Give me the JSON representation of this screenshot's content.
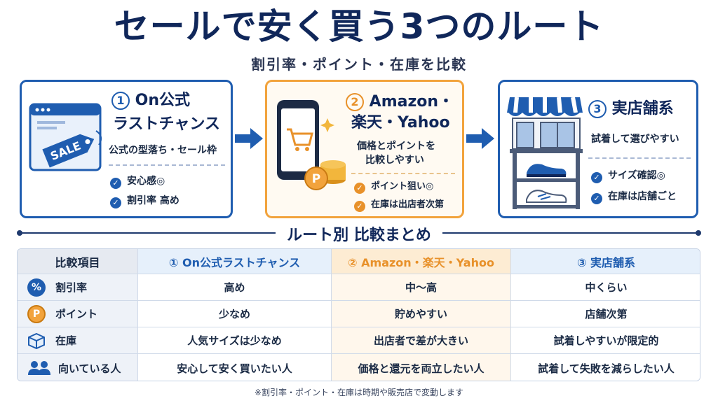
{
  "title": "セールで安く買う3つのルート",
  "subtitle": "割引率・ポイント・在庫を比較",
  "routes": [
    {
      "number": "1",
      "title_line1": "On公式",
      "title_line2": "ラストチャンス",
      "desc": "公式の型落ち・セール枠",
      "points": [
        "安心感◎",
        "割引率 高め"
      ],
      "illustration_text": "SALE"
    },
    {
      "number": "2",
      "title_line1": "Amazon・",
      "title_line2": "楽天・Yahoo",
      "desc_line1": "価格とポイントを",
      "desc_line2": "比較しやすい",
      "points": [
        "ポイント狙い◎",
        "在庫は出店者次第"
      ],
      "illustration_text": "P"
    },
    {
      "number": "3",
      "title_line1": "実店舗系",
      "desc": "試着して選びやすい",
      "points": [
        "サイズ確認◎",
        "在庫は店舗ごと"
      ]
    }
  ],
  "comparison": {
    "section_title": "ルート別 比較まとめ",
    "headers": [
      "比較項目",
      "① On公式ラストチャンス",
      "② Amazon・楽天・Yahoo",
      "③ 実店舗系"
    ],
    "rows": [
      {
        "icon": "percent-icon",
        "icon_text": "%",
        "label": "割引率",
        "values": [
          "高め",
          "中〜高",
          "中くらい"
        ]
      },
      {
        "icon": "point-icon",
        "icon_text": "P",
        "label": "ポイント",
        "values": [
          "少なめ",
          "貯めやすい",
          "店舗次第"
        ]
      },
      {
        "icon": "box-icon",
        "icon_text": "",
        "label": "在庫",
        "values": [
          "人気サイズは少なめ",
          "出店者で差が大きい",
          "試着しやすいが限定的"
        ]
      },
      {
        "icon": "people-icon",
        "icon_text": "",
        "label": "向いている人",
        "values": [
          "安心して安く買いたい人",
          "価格と還元を両立したい人",
          "試着して失敗を減らしたい人"
        ]
      }
    ]
  },
  "footnote": "※割引率・ポイント・在庫は時期や販売店で変動します",
  "colors": {
    "navy": "#10275a",
    "blue": "#1f5db0",
    "orange": "#e8912a"
  }
}
